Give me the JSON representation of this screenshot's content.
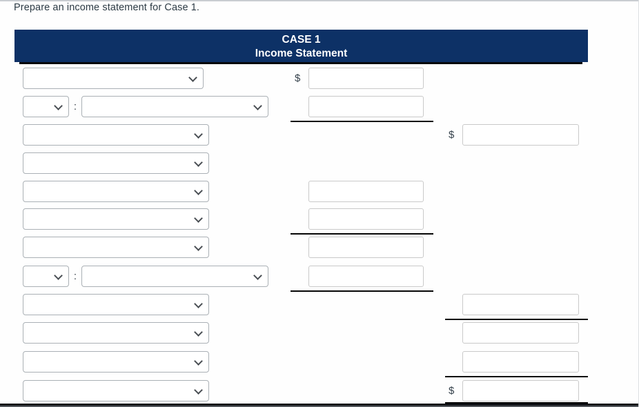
{
  "page": {
    "instruction": "Prepare an income statement for Case 1."
  },
  "statement": {
    "title": "CASE 1",
    "subtitle": "Income Statement",
    "currency_symbol": "$",
    "combo_separator": ":"
  },
  "colors": {
    "banner_bg": "#0d3166",
    "banner_text": "#ffffff",
    "rule": "#050505",
    "bottom_bar": "#111318"
  },
  "rows": [
    {
      "left": "wide",
      "left_value": "",
      "mid": "dollar-input",
      "mid_value": "",
      "right": null,
      "right_value": "",
      "qualifier_value": "",
      "rule": null
    },
    {
      "left": "combo",
      "left_value": "",
      "mid": "input",
      "mid_value": "",
      "right": null,
      "right_value": "",
      "qualifier_value": "",
      "rule": "mid"
    },
    {
      "left": "wide",
      "left_value": "",
      "mid": null,
      "mid_value": "",
      "right": "dollar-input",
      "right_value": "",
      "qualifier_value": "",
      "rule": null
    },
    {
      "left": "wide",
      "left_value": "",
      "mid": null,
      "mid_value": "",
      "right": null,
      "right_value": "",
      "qualifier_value": "",
      "rule": null
    },
    {
      "left": "wide",
      "left_value": "",
      "mid": "input",
      "mid_value": "",
      "right": null,
      "right_value": "",
      "qualifier_value": "",
      "rule": null
    },
    {
      "left": "wide",
      "left_value": "",
      "mid": "input",
      "mid_value": "",
      "right": null,
      "right_value": "",
      "qualifier_value": "",
      "rule": "mid"
    },
    {
      "left": "wide",
      "left_value": "",
      "mid": "input",
      "mid_value": "",
      "right": null,
      "right_value": "",
      "qualifier_value": "",
      "rule": null
    },
    {
      "left": "combo",
      "left_value": "",
      "mid": "input",
      "mid_value": "",
      "right": null,
      "right_value": "",
      "qualifier_value": "",
      "rule": "mid"
    },
    {
      "left": "wide",
      "left_value": "",
      "mid": null,
      "mid_value": "",
      "right": "input",
      "right_value": "",
      "qualifier_value": "",
      "rule": "right"
    },
    {
      "left": "wide",
      "left_value": "",
      "mid": null,
      "mid_value": "",
      "right": "input",
      "right_value": "",
      "qualifier_value": "",
      "rule": null
    },
    {
      "left": "wide",
      "left_value": "",
      "mid": null,
      "mid_value": "",
      "right": "input",
      "right_value": "",
      "qualifier_value": "",
      "rule": "right"
    },
    {
      "left": "wide",
      "left_value": "",
      "mid": null,
      "mid_value": "",
      "right": "dollar-input",
      "right_value": "",
      "qualifier_value": "",
      "rule": "right-final"
    }
  ]
}
